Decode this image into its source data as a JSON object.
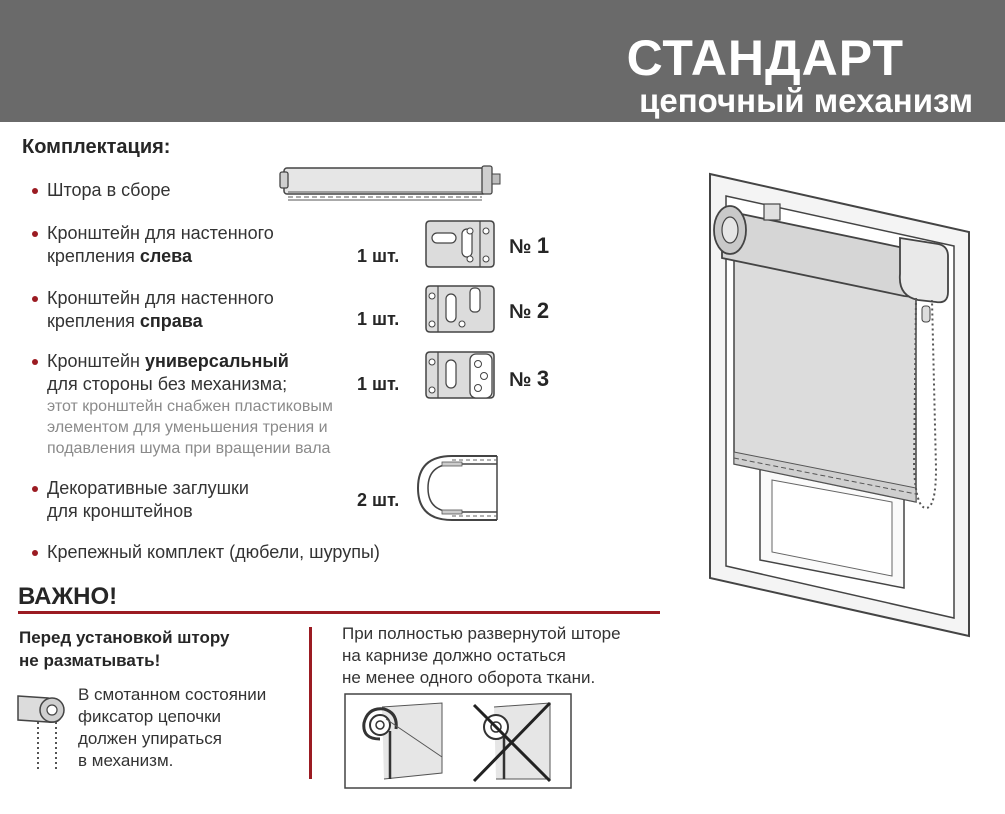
{
  "header": {
    "title": "СТАНДАРТ",
    "subtitle": "цепочный механизм"
  },
  "kit": {
    "title": "Комплектация:",
    "items": [
      {
        "line1": "Штора в сборе"
      },
      {
        "line1": "Кронштейн для настенного",
        "line2_pre": "крепления ",
        "line2_bold": "слева",
        "qty": "1 шт.",
        "num_label": "№",
        "num_value": "1"
      },
      {
        "line1": "Кронштейн для настенного",
        "line2_pre": "крепления ",
        "line2_bold": "справа",
        "qty": "1 шт.",
        "num_label": "№",
        "num_value": "2"
      },
      {
        "line1_pre": "Кронштейн ",
        "line1_bold": "универсальный",
        "line2": "для стороны без механизма;",
        "note1": "этот кронштейн снабжен пластиковым",
        "note2": "элементом для уменьшения трения и",
        "note3": "подавления шума при вращении вала",
        "qty": "1 шт.",
        "num_label": "№",
        "num_value": "3"
      },
      {
        "line1": "Декоративные заглушки",
        "line2": "для кронштейнов",
        "qty": "2 шт."
      },
      {
        "line1": "Крепежный комплект (дюбели, шурупы)"
      }
    ]
  },
  "important": {
    "title": "ВАЖНО!",
    "warning_line1": "Перед установкой штору",
    "warning_line2": "не разматывать!",
    "hint_lines": [
      "В смотанном состоянии",
      "фиксатор цепочки",
      "должен упираться",
      "в механизм."
    ],
    "rule_lines": [
      "При полностью развернутой шторе",
      "на карнизе должно остаться",
      "не менее одного оборота ткани."
    ]
  },
  "colors": {
    "header_bg": "#6a6a6a",
    "accent_red": "#9b1b22",
    "text": "#262626",
    "note_text": "#8a8a8a",
    "fabric": "#dcdcdc"
  },
  "icons": [
    "roller-blind-icon",
    "left-bracket-icon",
    "right-bracket-icon",
    "universal-bracket-icon",
    "end-cap-icon",
    "window-blind-illustration",
    "rolled-blind-icon",
    "correct-roll-icon",
    "wrong-roll-icon"
  ]
}
